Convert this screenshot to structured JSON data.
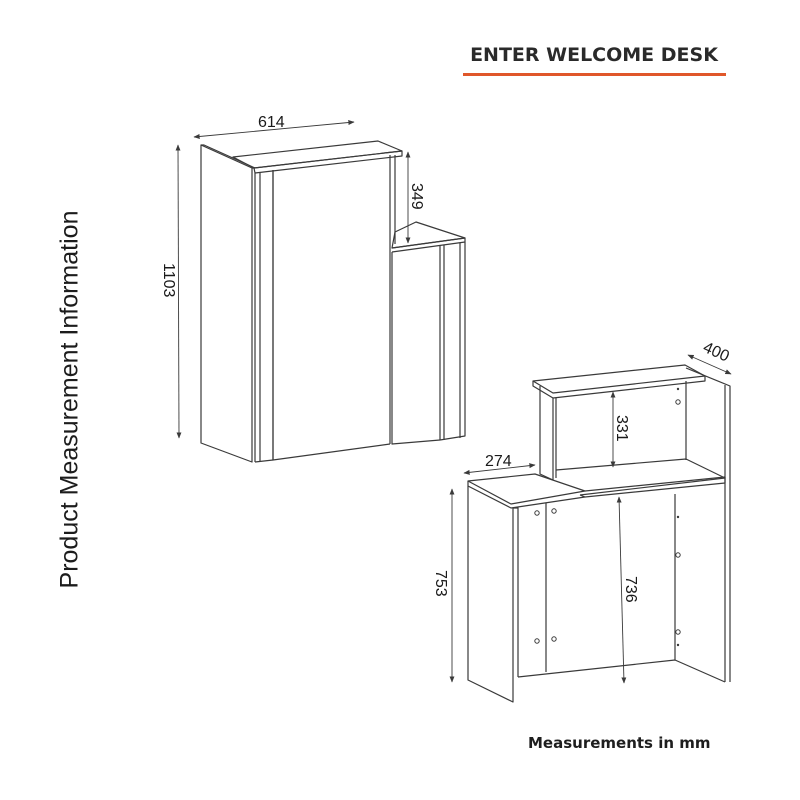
{
  "header": {
    "title": "ENTER WELCOME DESK",
    "underline_color": "#e0572a"
  },
  "side_label": "Product Measurement Information",
  "footer": {
    "note": "Measurements in mm"
  },
  "colors": {
    "line": "#3a3a3a",
    "text": "#1a1a1a",
    "accent": "#e0572a",
    "background": "#ffffff"
  },
  "views": {
    "front_view": {
      "dimensions": {
        "width": "614",
        "height": "1103",
        "upper_step": "349"
      }
    },
    "back_view": {
      "dimensions": {
        "depth": "400",
        "shelf_height": "331",
        "lower_depth": "274",
        "lower_height": "753",
        "inner_height": "736"
      }
    }
  }
}
